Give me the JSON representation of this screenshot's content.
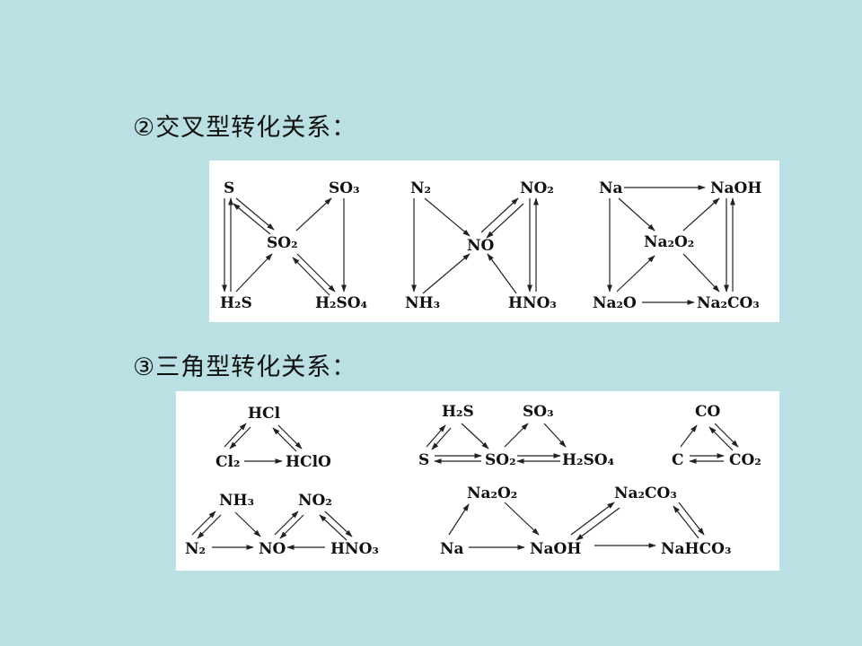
{
  "headings": {
    "cross": "②交叉型转化关系：",
    "triangle": "③三角型转化关系："
  },
  "cross": {
    "sulfur": {
      "S": "S",
      "SO3": "SO₃",
      "SO2": "SO₂",
      "H2S": "H₂S",
      "H2SO4": "H₂SO₄"
    },
    "nitrogen": {
      "N2": "N₂",
      "NO2": "NO₂",
      "NO": "NO",
      "NH3": "NH₃",
      "HNO3": "HNO₃"
    },
    "sodium": {
      "Na": "Na",
      "NaOH": "NaOH",
      "Na2O2": "Na₂O₂",
      "Na2O": "Na₂O",
      "Na2CO3": "Na₂CO₃"
    }
  },
  "triangle": {
    "chlorine": {
      "HCl": "HCl",
      "Cl2": "Cl₂",
      "HClO": "HClO"
    },
    "sulfur": {
      "H2S": "H₂S",
      "SO3": "SO₃",
      "S": "S",
      "SO2": "SO₂",
      "H2SO4": "H₂SO₄"
    },
    "carbon": {
      "CO": "CO",
      "C": "C",
      "CO2": "CO₂"
    },
    "nitrogen": {
      "NH3": "NH₃",
      "NO2": "NO₂",
      "N2": "N₂",
      "NO": "NO",
      "HNO3": "HNO₃"
    },
    "sodium": {
      "Na2O2": "Na₂O₂",
      "Na2CO3": "Na₂CO₃",
      "Na": "Na",
      "NaOH": "NaOH",
      "NaHCO3": "NaHCO₃"
    }
  }
}
